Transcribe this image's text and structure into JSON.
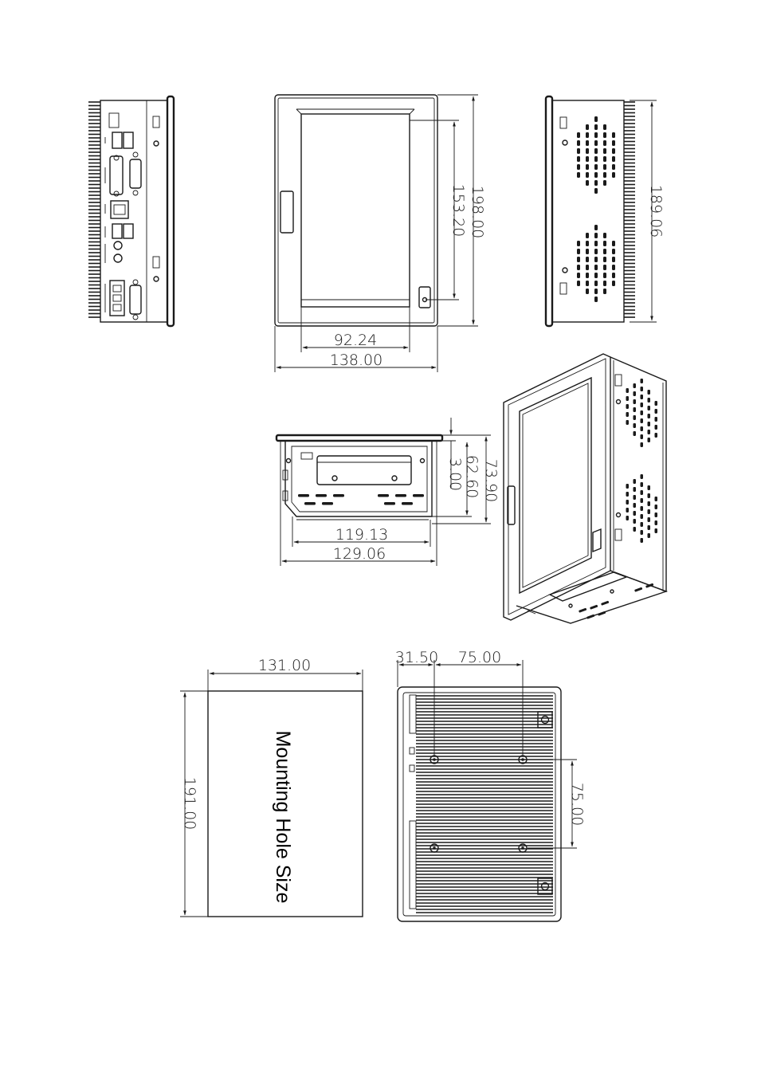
{
  "front_view": {
    "height_label": "198.00",
    "screen_height_label": "153.20",
    "screen_width_label": "92.24",
    "width_label": "138.00"
  },
  "side_view": {
    "height_label": "189.06"
  },
  "bottom_view": {
    "bezel_label": "3.00",
    "body_depth_label": "62.60",
    "total_depth_label": "73.90",
    "inner_width_label": "119.13",
    "outer_width_label": "129.06"
  },
  "cutout": {
    "width_label": "131.00",
    "height_label": "191.00",
    "title": "Mounting Hole Size"
  },
  "rear_view": {
    "offset_label": "31.50",
    "hole_spacing_h_label": "75.00",
    "hole_spacing_v_label": "75.00"
  }
}
